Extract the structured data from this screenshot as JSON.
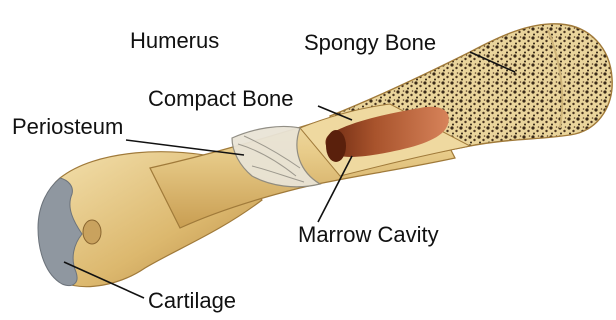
{
  "diagram": {
    "title": "Humerus",
    "labels": {
      "spongy_bone": "Spongy Bone",
      "compact_bone": "Compact Bone",
      "periosteum": "Periosteum",
      "marrow_cavity": "Marrow Cavity",
      "cartilage": "Cartilage"
    }
  },
  "colors": {
    "bone_shade": "#d9b56a",
    "bone_light": "#f3dfa8",
    "marrow": "#a14a24",
    "spongy_bg": "#e6cf96",
    "cartilage": "#8f97a0",
    "leader_line": "#111111"
  }
}
